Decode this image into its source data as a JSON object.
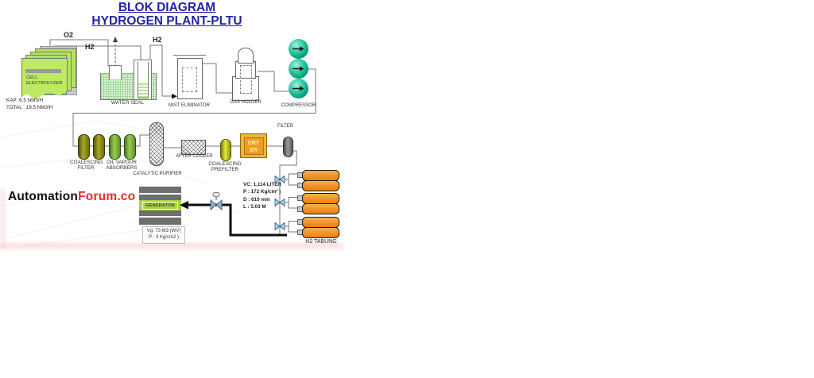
{
  "title": {
    "line1": "BLOK DIAGRAM",
    "line2": "HYDROGEN PLANT-PLTU"
  },
  "brand": {
    "black": "Automation",
    "red": "Forum.co"
  },
  "streams": {
    "o2": "O2",
    "h2_feed": "H2",
    "h2_out": "H2"
  },
  "electrolyzer": {
    "label1": "CELL",
    "label2": "ELECTROLYZER",
    "kap": "KAP: 6.5 NM3/H",
    "total": "TOTAL : 19.5 NM3/H"
  },
  "equipment": {
    "water_seal": "WATER SEAL",
    "mist_eliminator": "MIST ELIMINATOR",
    "gas_holder": "GAS HOLDER",
    "compressor": "COMPRESSOR",
    "coalescing_filter_1": "COALESCING",
    "coalescing_filter_2": "FILTER",
    "oil_vapour_1": "OIL VAPOUR",
    "oil_vapour_2": "ABSORBERS",
    "catalytic_purifier": "CATALYTIC PURIFIER",
    "after_cooler": "AFTER COOLER",
    "prefilter_1": "COALESCING",
    "prefilter_2": "PREFILTER",
    "dryer_1": "DRY",
    "dryer_2": "ER",
    "filter": "FILTER",
    "generator": "GENERATOR",
    "h2_tabung": "H2 TABUNG"
  },
  "specs": {
    "tabung": [
      "VC: 1,114 LITER",
      "P : 172 Kg/cm² )",
      "D : 610 mm",
      "L : 5.03 M"
    ],
    "generator": [
      "Vg: 73 M3 (WV)",
      "P : 3 Kg/cm2 )"
    ]
  },
  "colors": {
    "title_navy": "#2323a8",
    "brand_red": "#e02b2b",
    "sheet_green": "#b4e55c",
    "water_green": "#dff3d8",
    "compressor_teal": "#00a583",
    "capsule_olive": "#8f8f1a",
    "capsule_green": "#7cb342",
    "prefilter_yellow": "#d4d42a",
    "dryer_orange": "#f09a28",
    "dryer_frame_gold": "#edb53a",
    "cylinder_orange": "#f29a2e",
    "valve_blue": "#9bd9ee",
    "generator_green": "#a6d53c",
    "generator_gray": "#6e6e6e",
    "pipe_gray": "#777777",
    "thick_line_black": "#0d0d0d"
  }
}
